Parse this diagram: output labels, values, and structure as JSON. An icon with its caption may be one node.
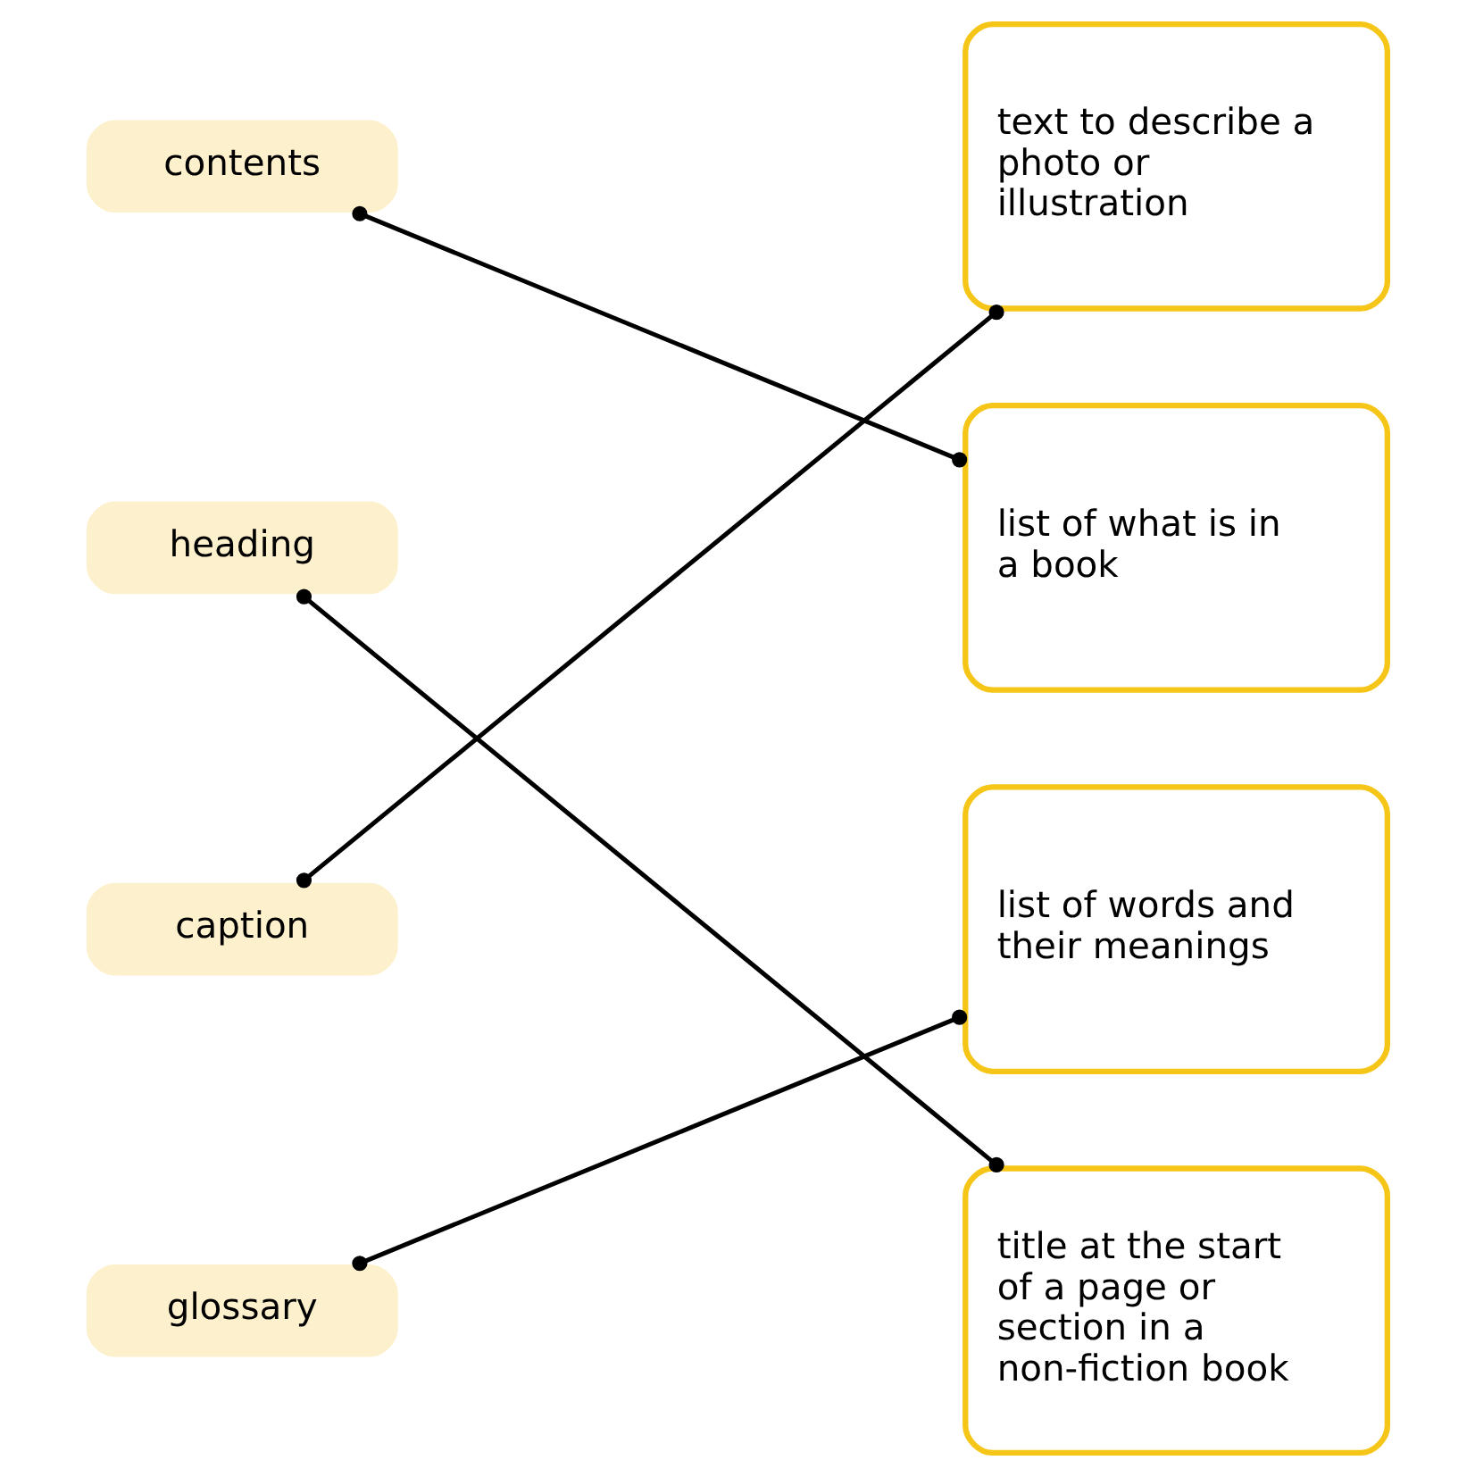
{
  "diagram": {
    "nodes": [
      {
        "text": [
          "contents"
        ]
      },
      {
        "text": [
          "heading"
        ]
      },
      {
        "text": [
          "caption"
        ]
      },
      {
        "text": [
          "glossary"
        ]
      },
      {
        "text": [
          "text to describe a photo or illustration"
        ]
      },
      {
        "text": [
          "list of what is in a book"
        ]
      },
      {
        "text": [
          "list of words and their meanings"
        ]
      },
      {
        "text": [
          "title at the start of a page or section in a non-fiction book"
        ]
      }
    ],
    "edges": [
      {
        "from": 0,
        "to": 5,
        "arrow": "other"
      },
      {
        "from": 1,
        "to": 7,
        "arrow": "other"
      },
      {
        "from": 2,
        "to": 4,
        "arrow": "other"
      },
      {
        "from": 3,
        "to": 6,
        "arrow": "other"
      }
    ]
  }
}
